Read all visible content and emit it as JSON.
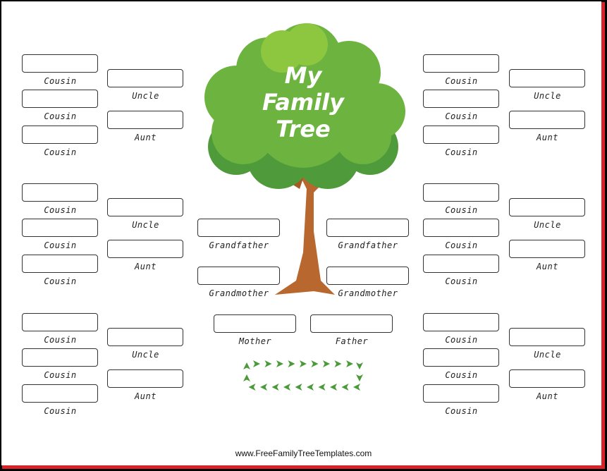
{
  "tree": {
    "title_line1": "My",
    "title_line2": "Family",
    "title_line3": "Tree"
  },
  "labels": {
    "cousin": "Cousin",
    "uncle": "Uncle",
    "aunt": "Aunt"
  },
  "grandparents": {
    "left_grandfather": "Grandfather",
    "left_grandmother": "Grandmother",
    "right_grandfather": "Grandfather",
    "right_grandmother": "Grandmother"
  },
  "parents": {
    "mother": "Mother",
    "father": "Father"
  },
  "footer": "www.FreeFamilyTreeTemplates.com",
  "colors": {
    "border": "#d8232a",
    "leaf": "#6cb33f",
    "trunk": "#b8672e",
    "arrow": "#4a9a3a"
  }
}
